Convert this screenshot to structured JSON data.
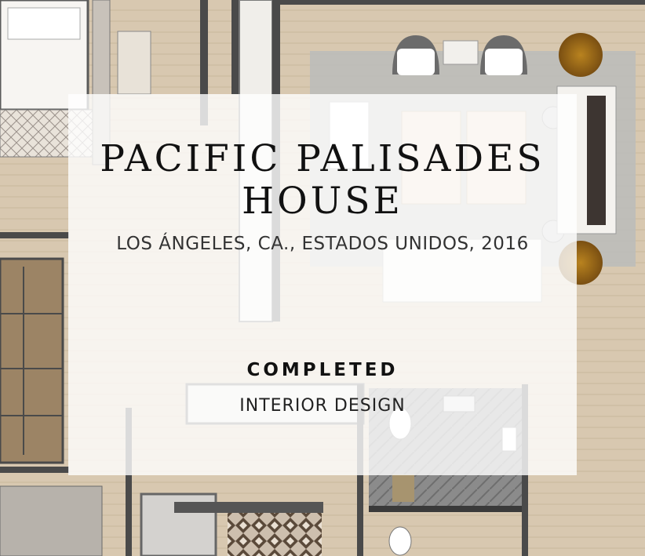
{
  "project": {
    "title_line1": "PACIFIC PALISADES",
    "title_line2": "HOUSE",
    "location": "LOS ÁNGELES, CA., ESTADOS UNIDOS, 2016",
    "status": "COMPLETED",
    "category": "INTERIOR DESIGN"
  },
  "colors": {
    "wood_floor": "#d6c6ae",
    "walls": "#4a4a4a",
    "overlay": "#ffffff",
    "accent_round_table": "#9b6a1c"
  }
}
